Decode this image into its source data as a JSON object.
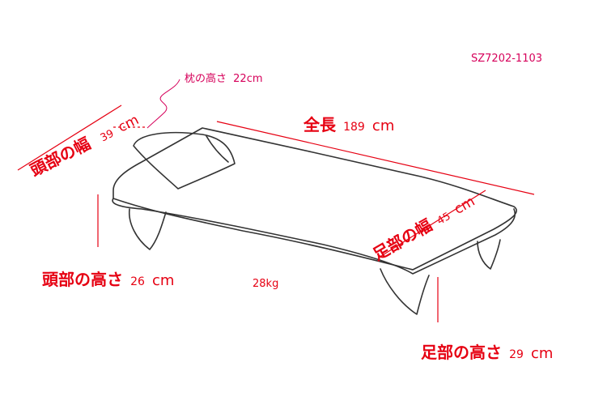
{
  "model_code": "SZ7202-1103",
  "weight": "28kg",
  "pillow_height": {
    "label": "枕の高さ",
    "value": "22cm"
  },
  "total_length": {
    "label": "全長",
    "value": "189",
    "unit": "cm"
  },
  "head_width": {
    "label": "頭部の幅",
    "value": "39",
    "unit": "cm"
  },
  "foot_width": {
    "label": "足部の幅",
    "value": "45",
    "unit": "cm"
  },
  "head_height": {
    "label": "頭部の高さ",
    "value": "26",
    "unit": "cm"
  },
  "foot_height": {
    "label": "足部の高さ",
    "value": "29",
    "unit": "cm"
  },
  "colors": {
    "dimension": "#e60012",
    "sketch": "#333333",
    "code": "#d6005a"
  }
}
